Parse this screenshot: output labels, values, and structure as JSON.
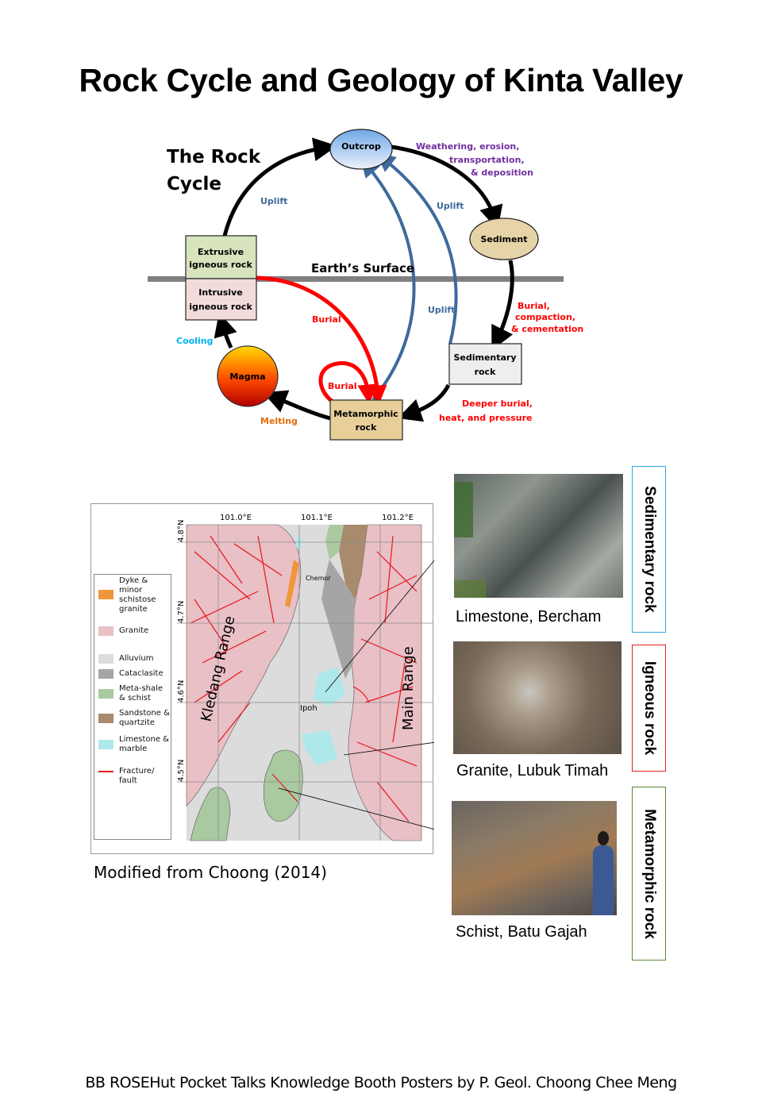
{
  "title": "Rock Cycle and Geology of Kinta Valley",
  "rock_cycle": {
    "heading_line1": "The Rock",
    "heading_line2": "Cycle",
    "earth_surface": "Earth’s Surface",
    "nodes": {
      "outcrop": "Outcrop",
      "sediment": "Sediment",
      "extrusive_line1": "Extrusive",
      "extrusive_line2": "igneous rock",
      "intrusive_line1": "Intrusive",
      "intrusive_line2": "igneous rock",
      "sedimentary_line1": "Sedimentary",
      "sedimentary_line2": "rock",
      "metamorphic_line1": "Metamorphic",
      "metamorphic_line2": "rock",
      "magma": "Magma"
    },
    "processes": {
      "uplift_left": "Uplift",
      "uplift_right": "Uplift",
      "uplift_mid": "Uplift",
      "weathering_line1": "Weathering, erosion,",
      "weathering_line2": "transportation,",
      "weathering_line3": "& deposition",
      "burial_compaction_line1": "Burial,",
      "burial_compaction_line2": "compaction,",
      "burial_compaction_line3": "& cementation",
      "deeper_line1": "Deeper burial,",
      "deeper_line2": "heat, and pressure",
      "burial_main": "Burial",
      "burial_loop": "Burial",
      "melting": "Melting",
      "cooling": "Cooling"
    },
    "colors": {
      "cycle_arrow": "#000000",
      "uplift_arrow": "#3e6a9c",
      "burial_arrow": "#ff0000",
      "uplift_text": "#3e6a9c",
      "weathering_text": "#7030a0",
      "burial_text": "#ff0000",
      "melting_text": "#e36c09",
      "cooling_text": "#00b0f0",
      "extrusive_fill": "#d7e4bd",
      "intrusive_fill": "#f2dcdb",
      "sedimentary_fill": "#eeeeee",
      "metamorphic_fill": "#e8cf9a",
      "sediment_fill": "#e6d3a8",
      "surface_line": "#7f7f7f"
    }
  },
  "map": {
    "lon_ticks": [
      "101.0°E",
      "101.1°E",
      "101.2°E"
    ],
    "lat_ticks": [
      "4.8°N",
      "4.7°N",
      "4.6°N",
      "4.5°N"
    ],
    "labels": {
      "kledang": "Kledang Range",
      "main_range": "Main Range",
      "chemor": "Chemor",
      "ipoh": "Ipoh"
    },
    "legend": [
      {
        "label": "Dyke & minor schistose granite",
        "color": "#f0963a",
        "kind": "swatch"
      },
      {
        "label": "Granite",
        "color": "#e8c0c6",
        "kind": "swatch"
      },
      {
        "label": "Alluvium",
        "color": "#dcdcdc",
        "kind": "swatch"
      },
      {
        "label": "Cataclasite",
        "color": "#a5a5a5",
        "kind": "swatch"
      },
      {
        "label": "Meta-shale & schist",
        "color": "#a9c9a0",
        "kind": "swatch"
      },
      {
        "label": "Sandstone & quartzite",
        "color": "#a88a6c",
        "kind": "swatch"
      },
      {
        "label": "Limestone & marble",
        "color": "#aee8ea",
        "kind": "swatch"
      },
      {
        "label": "Fracture/ fault",
        "color": "#e8151b",
        "kind": "line"
      }
    ],
    "credit": "Modified from Choong (2014)"
  },
  "photos": [
    {
      "caption": "Limestone, Bercham",
      "rock_type": "Sedimentary rock",
      "border": "#2aa8e0"
    },
    {
      "caption": "Granite, Lubuk Timah",
      "rock_type": "Igneous rock",
      "border": "#e02020"
    },
    {
      "caption": "Schist, Batu Gajah",
      "rock_type": "Metamorphic rock",
      "border": "#5a8a3a"
    }
  ],
  "footer": "BB ROSEHut Pocket Talks Knowledge Booth Posters by P. Geol. Choong Chee Meng"
}
